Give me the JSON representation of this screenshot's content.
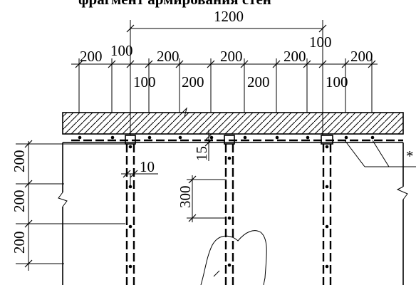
{
  "title": "фрагмент армирования стен",
  "top_dimensions": {
    "overall": "1200",
    "row_upper": [
      "200",
      "100",
      "200",
      "200",
      "200",
      "100",
      "200"
    ],
    "row_lower": [
      "100",
      "200",
      "200",
      "100"
    ]
  },
  "left_dimensions": [
    "200",
    "200",
    "200"
  ],
  "inner_dimensions": {
    "rebar_offset": "15",
    "cover": "10",
    "bar_spacing": "300"
  },
  "callout_mark": "*"
}
